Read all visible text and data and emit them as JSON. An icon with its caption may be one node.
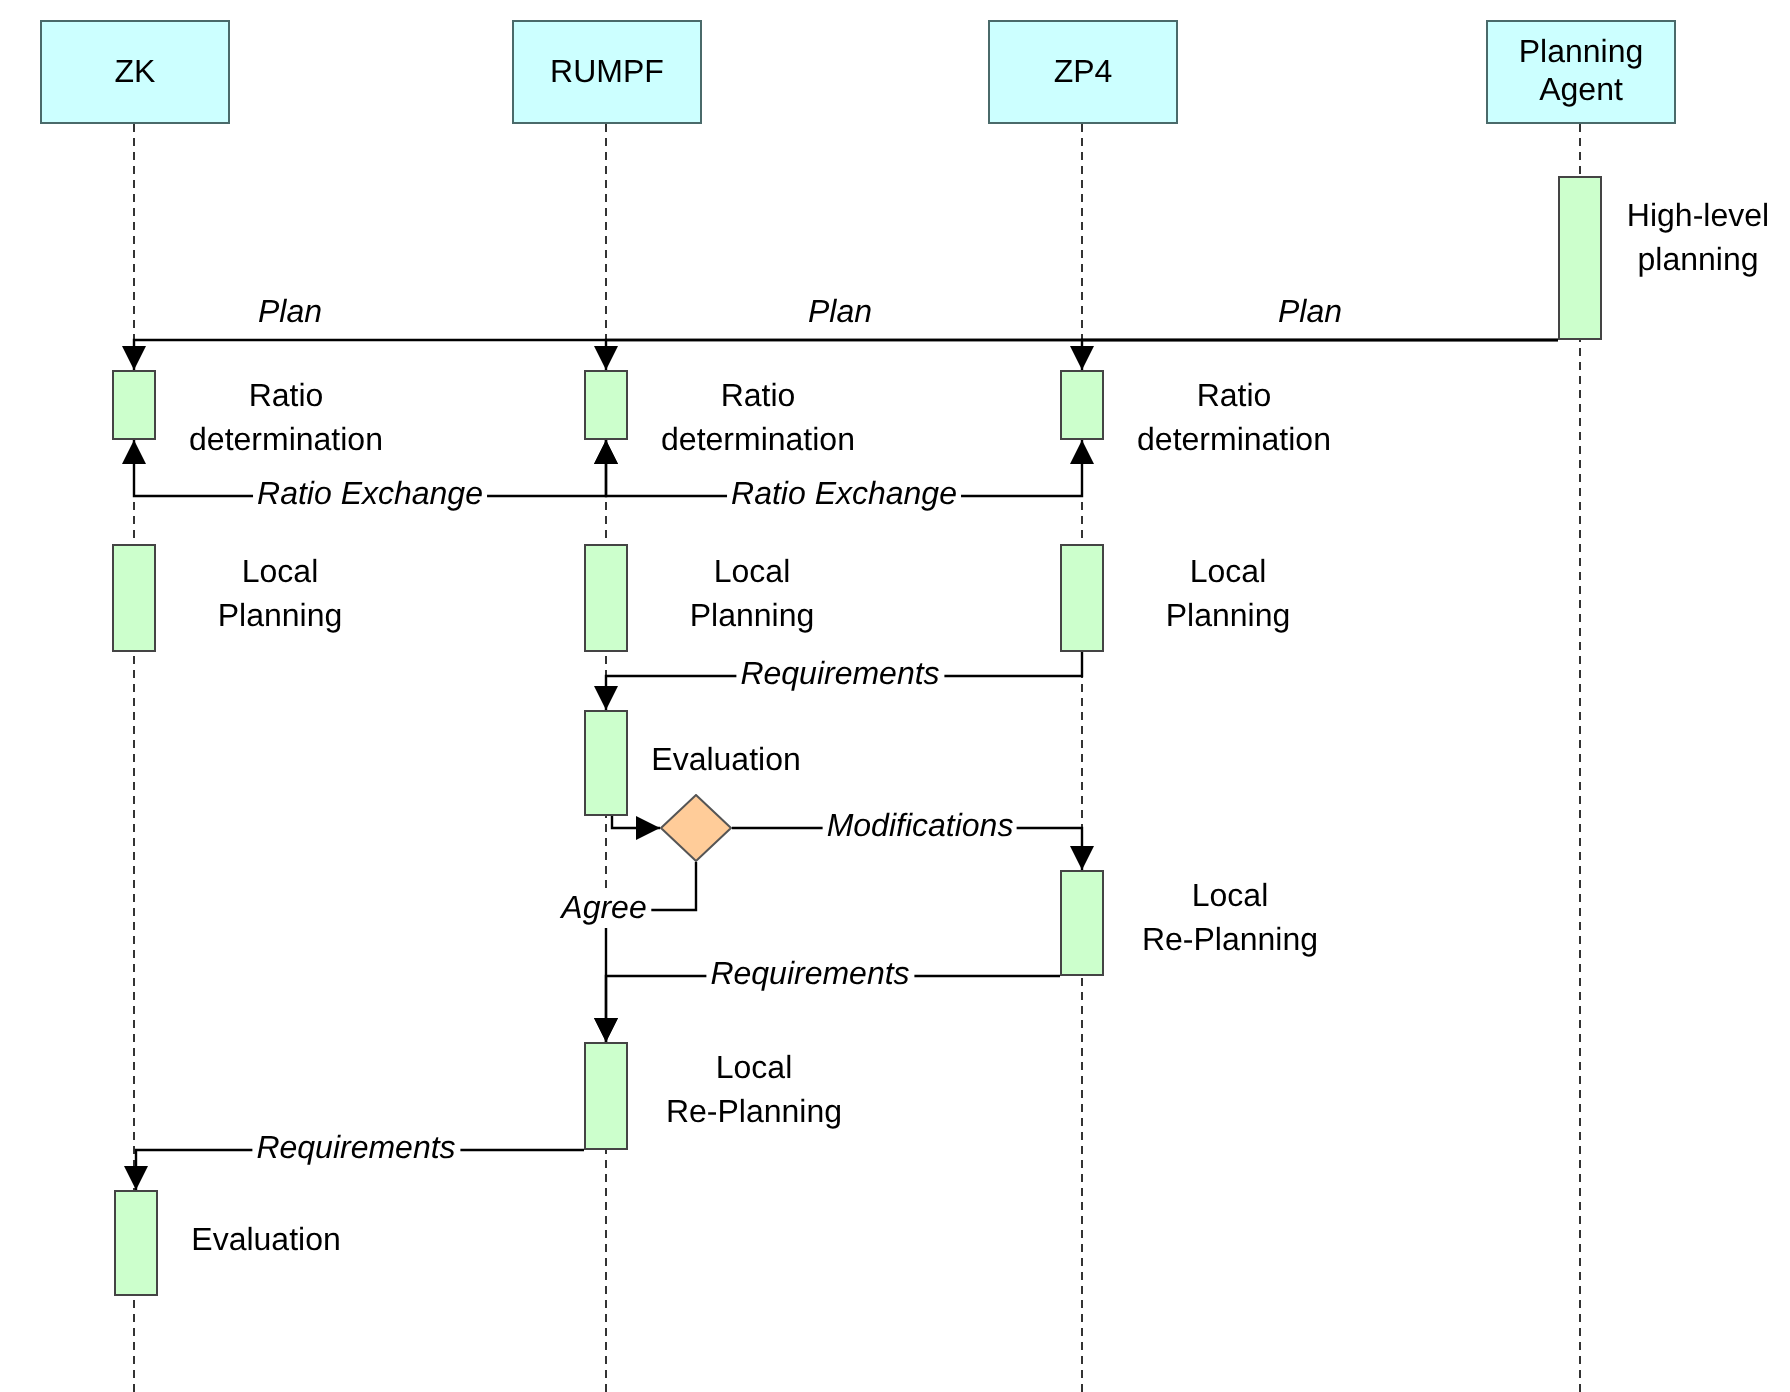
{
  "diagram": {
    "nodes": [
      {
        "text": [
          "ZK"
        ]
      },
      {
        "text": [
          "RUMPF"
        ]
      },
      {
        "text": [
          "ZP4"
        ]
      },
      {
        "text": [
          "Planning Agent"
        ]
      },
      {
        "text": [],
        "shape": "box",
        "beside": [
          "High-level planning"
        ]
      },
      {
        "text": [],
        "shape": "box",
        "beside": [
          "Ratio determination"
        ]
      },
      {
        "text": [],
        "shape": "box",
        "beside": [
          "Ratio determination"
        ]
      },
      {
        "text": [],
        "shape": "box",
        "beside": [
          "Ratio determination"
        ]
      },
      {
        "text": [],
        "shape": "box",
        "beside": [
          "Local Planning"
        ]
      },
      {
        "text": [],
        "shape": "box",
        "beside": [
          "Local Planning"
        ]
      },
      {
        "text": [],
        "shape": "box",
        "beside": [
          "Local Planning"
        ]
      },
      {
        "text": [],
        "shape": "box",
        "beside": [
          "Evaluation"
        ]
      },
      {
        "text": [],
        "shape": "diamond"
      },
      {
        "text": [],
        "shape": "box",
        "beside": [
          "Local Re-Planning"
        ]
      },
      {
        "text": [],
        "shape": "box",
        "beside": [
          "Local Re-Planning"
        ]
      },
      {
        "text": [],
        "shape": "box",
        "beside": [
          "Evaluation"
        ]
      }
    ],
    "edges": [
      {
        "from": 4,
        "to": 5,
        "arrow": "to",
        "label": "Plan"
      },
      {
        "from": 4,
        "to": 6,
        "arrow": "to",
        "label": "Plan"
      },
      {
        "from": 4,
        "to": 7,
        "arrow": "to",
        "label": "Plan"
      },
      {
        "from": 5,
        "to": 6,
        "arrow": "both",
        "label": "Ratio Exchange"
      },
      {
        "from": 6,
        "to": 7,
        "arrow": "both",
        "label": "Ratio Exchange"
      },
      {
        "from": 10,
        "to": 11,
        "arrow": "to",
        "label": "Requirements"
      },
      {
        "from": 11,
        "to": 12,
        "arrow": "to"
      },
      {
        "from": 12,
        "to": 13,
        "arrow": "to",
        "label": "Modifications"
      },
      {
        "from": 12,
        "to": 14,
        "arrow": "to",
        "label": "Agree"
      },
      {
        "from": 13,
        "to": 14,
        "arrow": "to",
        "label": "Requirements"
      },
      {
        "from": 14,
        "to": 15,
        "arrow": "to",
        "label": "Requirements"
      }
    ]
  }
}
